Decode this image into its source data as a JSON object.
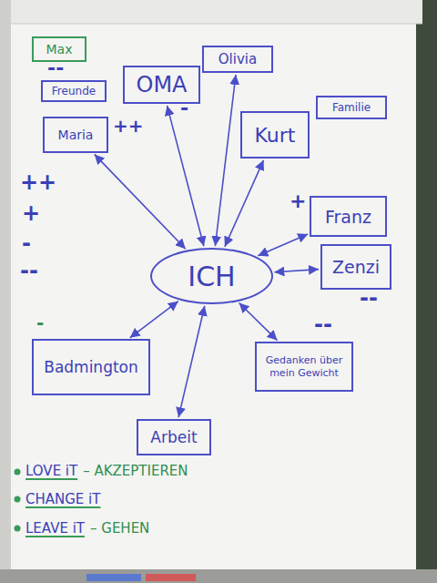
{
  "diagram": {
    "nodes": [
      {
        "text": [
          "Max"
        ]
      },
      {
        "text": [
          "Olivia"
        ]
      },
      {
        "text": [
          "OMA"
        ]
      },
      {
        "text": [
          "Freunde"
        ]
      },
      {
        "text": [
          "Familie"
        ]
      },
      {
        "text": [
          "Maria"
        ]
      },
      {
        "text": [
          "Kurt"
        ]
      },
      {
        "text": [
          "Franz"
        ]
      },
      {
        "text": [
          "Zenzi"
        ]
      },
      {
        "text": [
          "ICH"
        ]
      },
      {
        "text": [
          "Badmington"
        ]
      },
      {
        "text": [
          "Gedanken über mein Gewicht"
        ]
      },
      {
        "text": [
          "Arbeit"
        ]
      }
    ],
    "edges": [
      {
        "from": 9,
        "to": 1,
        "arrow": "both"
      },
      {
        "from": 9,
        "to": 2,
        "arrow": "both"
      },
      {
        "from": 9,
        "to": 5,
        "arrow": "both"
      },
      {
        "from": 9,
        "to": 6,
        "arrow": "both"
      },
      {
        "from": 9,
        "to": 7,
        "arrow": "both"
      },
      {
        "from": 9,
        "to": 8,
        "arrow": "both"
      },
      {
        "from": 9,
        "to": 10,
        "arrow": "both"
      },
      {
        "from": 9,
        "to": 11,
        "arrow": "both"
      },
      {
        "from": 9,
        "to": 12,
        "arrow": "both"
      }
    ],
    "labels": [
      "--",
      "-",
      "++",
      "++",
      "+",
      "+",
      "-",
      "--",
      "--",
      "-",
      "--",
      "LOVE iT",
      "– AKZEPTIEREN",
      "CHANGE iT",
      "LEAVE iT",
      "– GEHEN"
    ]
  }
}
